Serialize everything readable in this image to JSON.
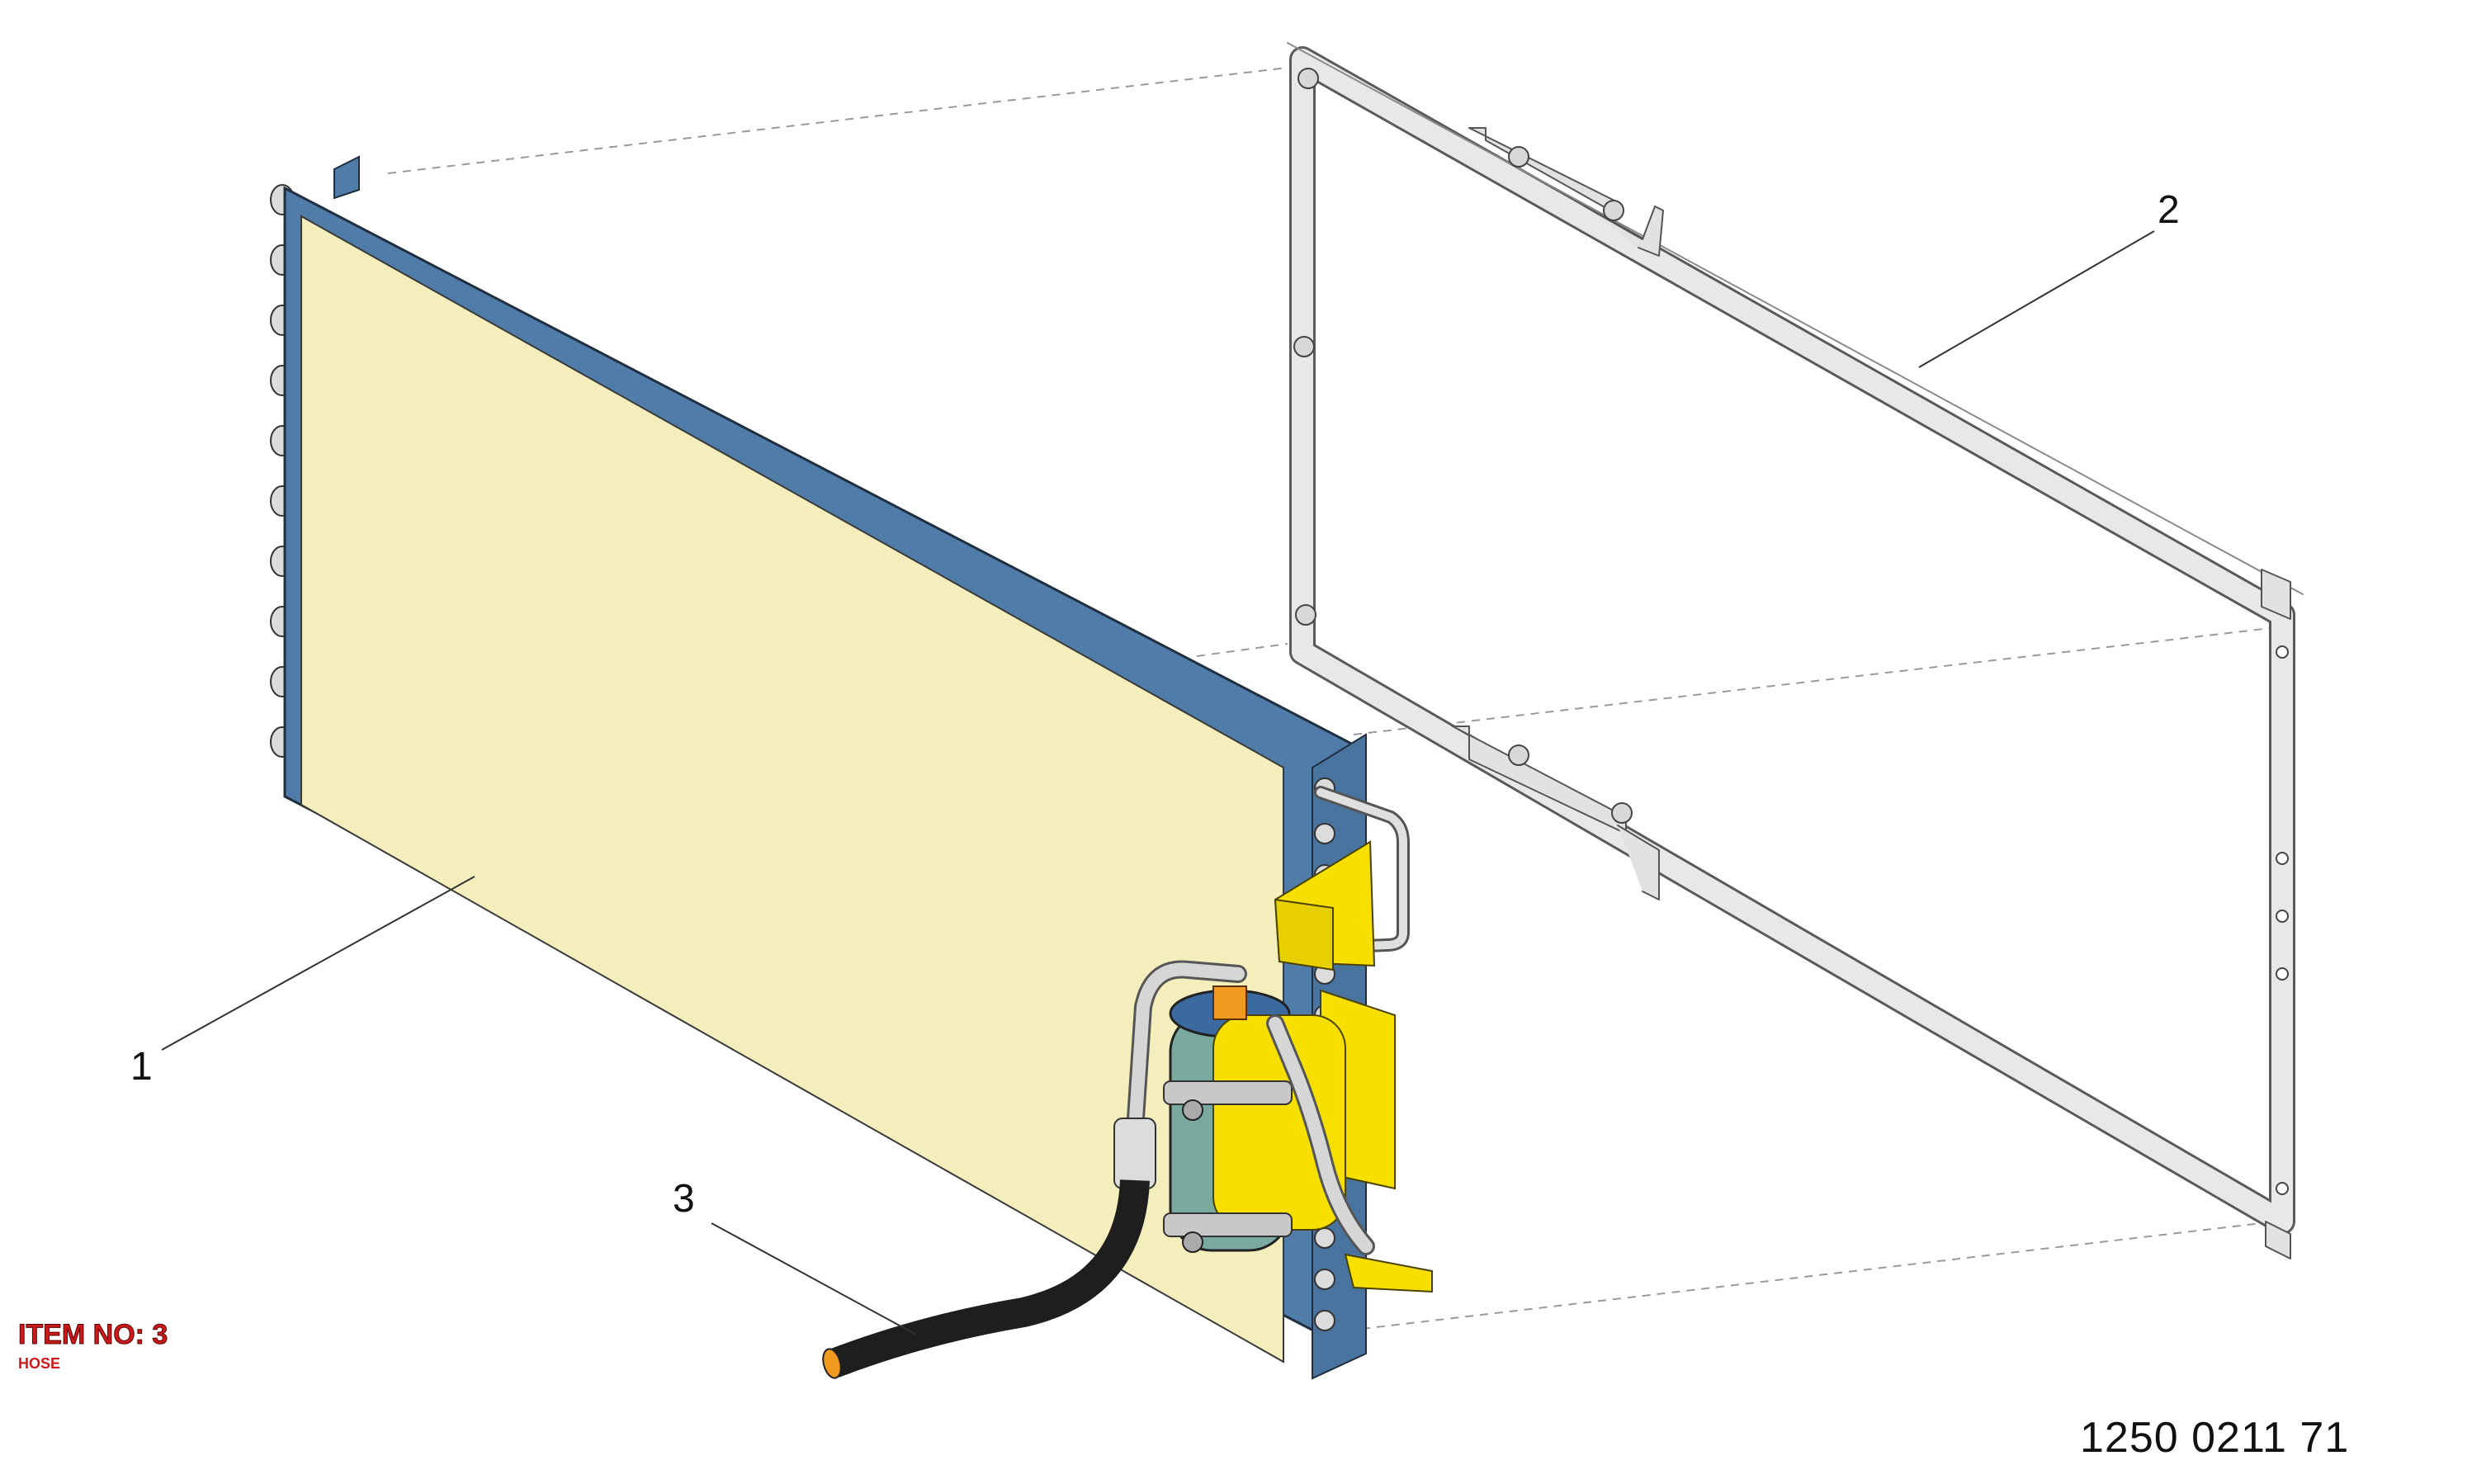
{
  "callouts": {
    "c1": "1",
    "c2": "2",
    "c3": "3"
  },
  "part_number": "1250 0211 71",
  "item": {
    "label": "ITEM NO: 3",
    "description": "HOSE"
  },
  "colors": {
    "condenser_frame": "#4f7ca8",
    "condenser_core": "#f3eebc",
    "bracket_yellow": "#f7e000",
    "mount_frame": "#e6e6e6",
    "hose": "#1e1e1e",
    "highlight_text": "#cc1a1a"
  }
}
